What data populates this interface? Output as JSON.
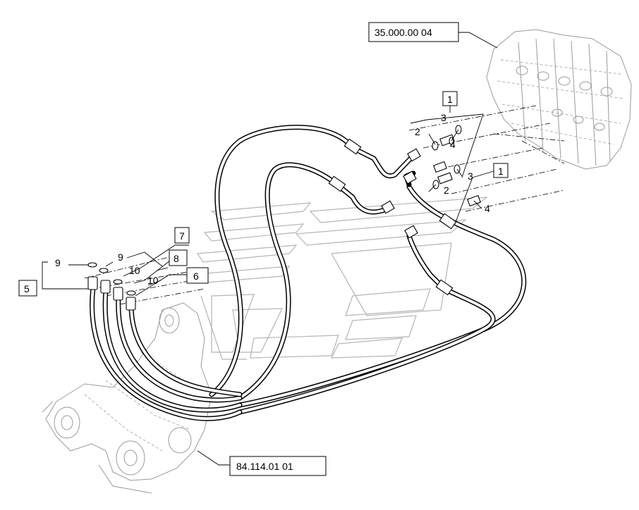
{
  "references": {
    "valve": "35.000.00 04",
    "frame": "84.114.01 01"
  },
  "callouts": {
    "c1_top": "1",
    "c1_mid": "1",
    "c2_top": "2",
    "c2_mid": "2",
    "c3_top": "3",
    "c3_mid": "3",
    "c4_top": "4",
    "c4_mid": "4",
    "c5": "5",
    "c6": "6",
    "c7": "7",
    "c8": "8",
    "c9_a": "9",
    "c9_b": "9",
    "c10_a": "10",
    "c10_b": "10"
  }
}
